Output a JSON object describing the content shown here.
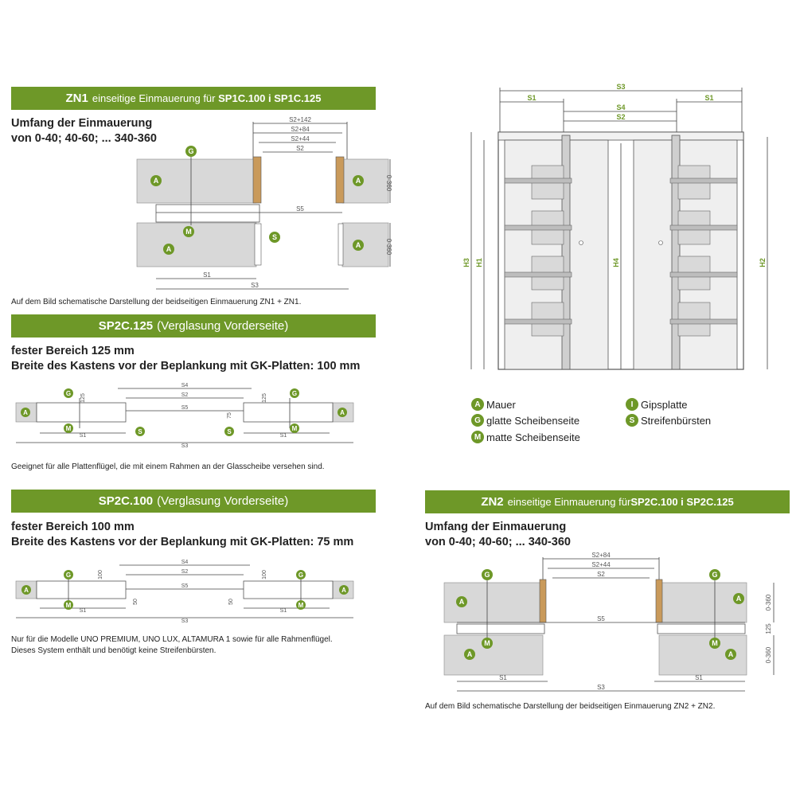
{
  "colors": {
    "accent": "#6e9828",
    "wall": "#d8d8d8",
    "wood": "#c99a5b"
  },
  "zn1": {
    "banner_code": "ZN1",
    "banner_text": "einseitige Einmauerung für",
    "banner_models": "SP1C.100 i SP1C.125",
    "heading_line1": "Umfang der Einmauerung",
    "heading_line2": "von 0-40; 40-60; ... 340-360",
    "note": "Auf dem Bild schematische Darstellung der beidseitigen Einmauerung  ZN1 + ZN1.",
    "dims": {
      "s2_142": "S2+142",
      "s2_84": "S2+84",
      "s2_44": "S2+44",
      "s2": "S2",
      "s5": "S5",
      "s1": "S1",
      "s3": "S3",
      "range_top": "0-360",
      "range_bottom": "0-360"
    },
    "markers": {
      "a": "A",
      "g": "G",
      "m": "M",
      "s": "S"
    }
  },
  "sp2c125": {
    "title_code": "SP2C.125",
    "title_rest": "(Verglasung Vorderseite)",
    "heading_line1": "fester Bereich 125 mm",
    "heading_line2": "Breite des Kastens vor der Beplankung mit GK-Platten: 100 mm",
    "note": "Geeignet für alle Plattenflügel, die mit einem Rahmen an der Glasscheibe versehen sind.",
    "dims": {
      "s4": "S4",
      "s2": "S2",
      "s5": "S5",
      "s1": "S1",
      "s3": "S3",
      "v125": "125",
      "v75": "75"
    },
    "markers": {
      "a": "A",
      "g": "G",
      "m": "M",
      "s": "S"
    }
  },
  "sp2c100": {
    "title_code": "SP2C.100",
    "title_rest": "(Verglasung Vorderseite)",
    "heading_line1": "fester Bereich 100 mm",
    "heading_line2": "Breite des Kastens vor der Beplankung mit GK-Platten: 75 mm",
    "note_line1": "Nur für die Modelle UNO PREMIUM, UNO LUX, ALTAMURA 1 sowie für alle Rahmenflügel.",
    "note_line2": "Dieses System enthält und benötigt keine Streifenbürsten.",
    "dims": {
      "s4": "S4",
      "s2": "S2",
      "s5": "S5",
      "s1": "S1",
      "s3": "S3",
      "v100": "100",
      "v50": "50"
    },
    "markers": {
      "a": "A",
      "g": "G",
      "m": "M"
    }
  },
  "zn2": {
    "banner_code": "ZN2",
    "banner_text": "einseitige Einmauerung für",
    "banner_models": "SP2C.100 i SP2C.125",
    "heading_line1": "Umfang der Einmauerung",
    "heading_line2": "von 0-40; 40-60; ... 340-360",
    "note": "Auf dem Bild schematische Darstellung der beidseitigen Einmauerung  ZN2 + ZN2.",
    "dims": {
      "s2_84": "S2+84",
      "s2_44": "S2+44",
      "s2": "S2",
      "s5": "S5",
      "s1": "S1",
      "s3": "S3",
      "range_top": "0-360",
      "v125": "125",
      "range_bottom": "0-360"
    },
    "markers": {
      "a": "A",
      "g": "G",
      "m": "M"
    }
  },
  "door_elevation": {
    "dims": {
      "s3": "S3",
      "s1_left": "S1",
      "s1_right": "S1",
      "s4": "S4",
      "s2": "S2",
      "h3": "H3",
      "h1": "H1",
      "h4": "H4",
      "h2": "H2"
    }
  },
  "legend": [
    {
      "key": "A",
      "label": "Mauer"
    },
    {
      "key": "G",
      "label": "glatte Scheibenseite"
    },
    {
      "key": "M",
      "label": "matte Scheibenseite"
    },
    {
      "key": "I",
      "label": "Gipsplatte"
    },
    {
      "key": "S",
      "label": "Streifenbürsten"
    }
  ]
}
